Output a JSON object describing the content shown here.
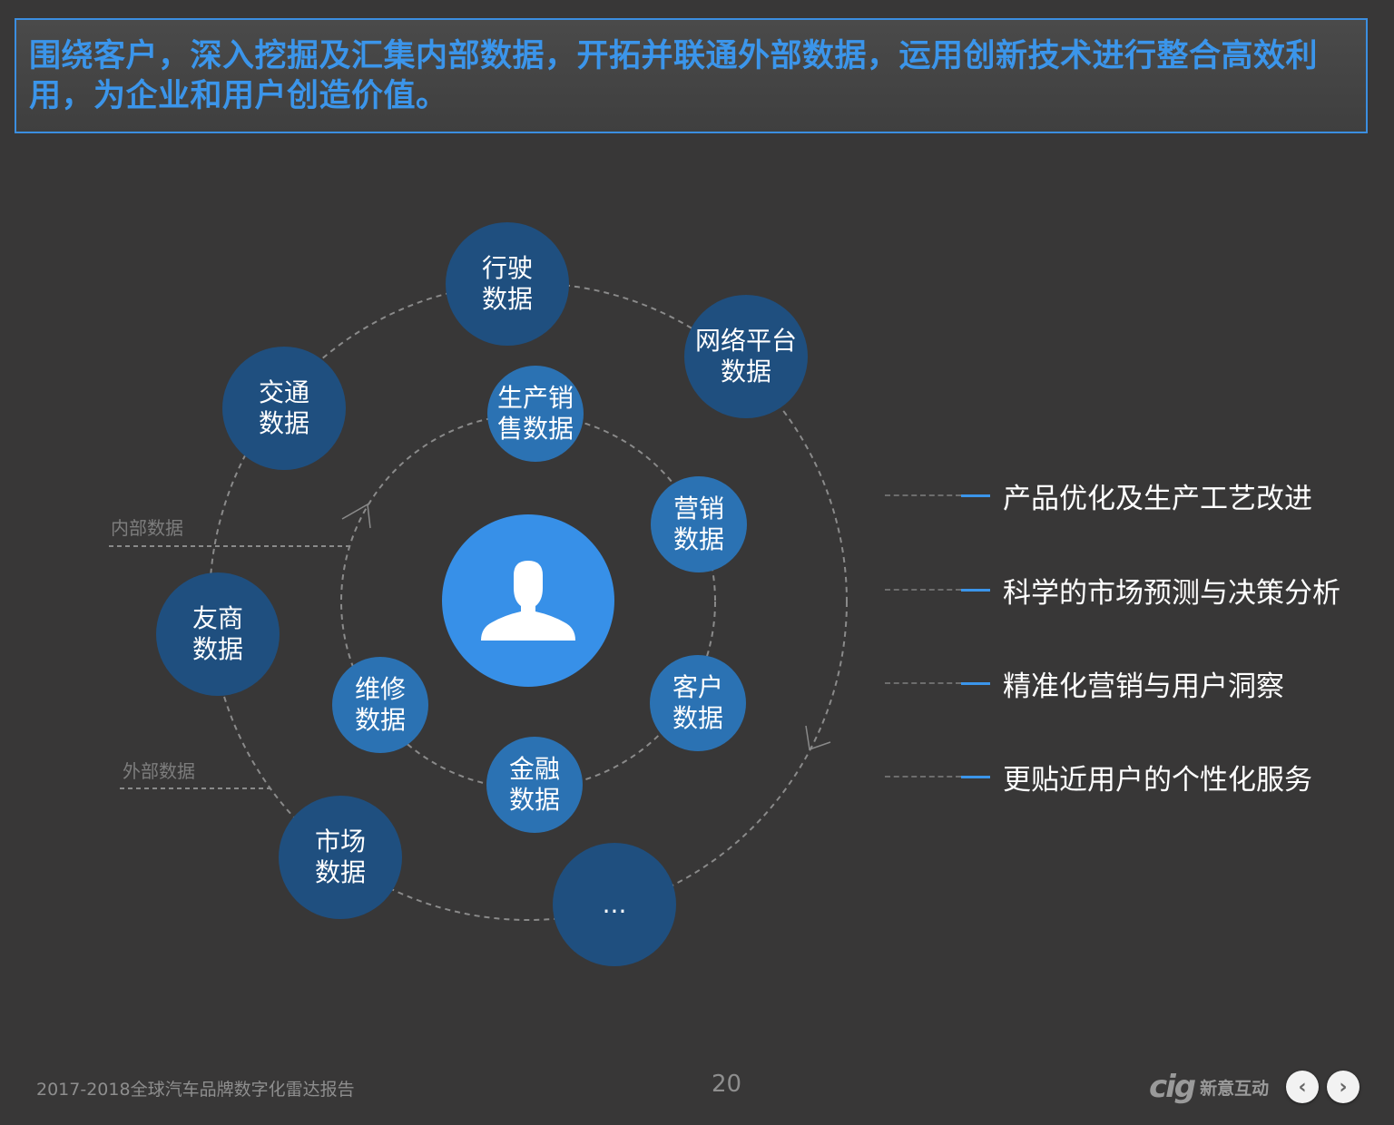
{
  "header": {
    "title": "围绕客户，深入挖掘及汇集内部数据，开拓并联通外部数据，运用创新技术进行整合高效利用，为企业和用户创造价值。"
  },
  "diagram": {
    "outer_nodes": [
      {
        "label": "行驶\n数据"
      },
      {
        "label": "网络平台\n数据"
      },
      {
        "label": "交通\n数据"
      },
      {
        "label": "友商\n数据"
      },
      {
        "label": "市场\n数据"
      },
      {
        "label": "..."
      }
    ],
    "inner_nodes": [
      {
        "label": "生产销\n售数据"
      },
      {
        "label": "营销\n数据"
      },
      {
        "label": "客户\n数据"
      },
      {
        "label": "金融\n数据"
      },
      {
        "label": "维修\n数据"
      }
    ],
    "center_icon": "user-icon",
    "inner_ring_label": "内部数据",
    "outer_ring_label": "外部数据"
  },
  "benefits": [
    "产品优化及生产工艺改进",
    "科学的市场预测与决策分析",
    "精准化营销与用户洞察",
    "更贴近用户的个性化服务"
  ],
  "footer": {
    "report_title": "2017-2018全球汽车品牌数字化雷达报告",
    "page_number": "20",
    "brand_logo": "cig",
    "brand_name": "新意互动",
    "prev_icon": "chevron-left-icon",
    "next_icon": "chevron-right-icon"
  },
  "colors": {
    "background": "#383737",
    "accent": "#3b95ea",
    "outer_node": "#1f4f7f",
    "inner_node": "#2b72b3",
    "center_node": "#3790e8"
  }
}
